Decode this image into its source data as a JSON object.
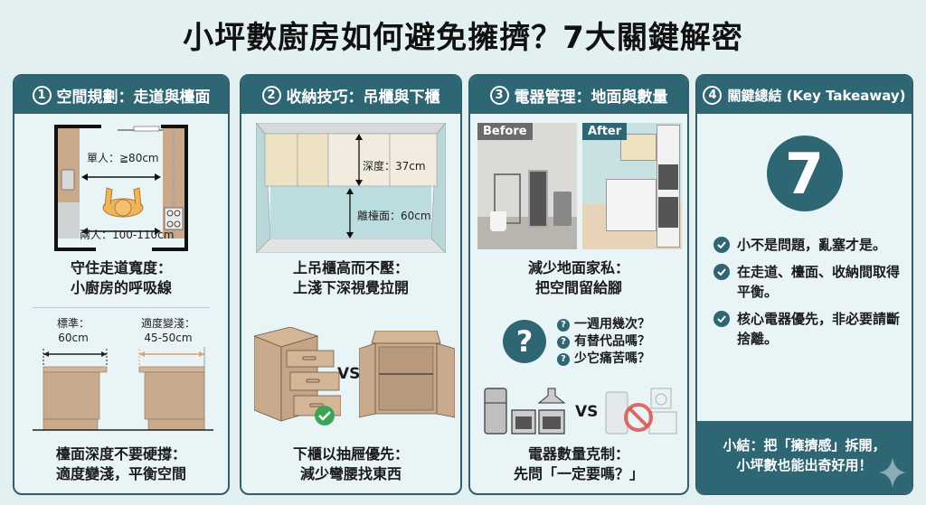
{
  "title": "小坪數廚房如何避免擁擠？7大關鍵解密",
  "colors": {
    "background": "#e2f0f1",
    "header_teal": "#2f6674",
    "cabinet_wood": "#d0b090",
    "check_green": "#3aa655",
    "prohibit_red": "#d9534f"
  },
  "panels": [
    {
      "number": "1",
      "header": "空間規劃：走道與檯面",
      "diagram1": {
        "single_label": "單人：≧80cm",
        "double_label": "兩人：100-110cm"
      },
      "caption1": [
        "守住走道寬度：",
        "小廚房的呼吸線"
      ],
      "diagram2": {
        "standard_label": [
          "標準：",
          "60cm"
        ],
        "reduced_label": [
          "適度變淺：",
          "45-50cm"
        ]
      },
      "caption2": [
        "檯面深度不要硬撐：",
        "適度變淺，平衡空間"
      ]
    },
    {
      "number": "2",
      "header": "收納技巧：吊櫃與下櫃",
      "diagram1": {
        "depth_label": "深度：37cm",
        "gap_label": "離檯面：60cm"
      },
      "caption1": [
        "上吊櫃高而不壓：",
        "上淺下深視覺拉開"
      ],
      "diagram2": {
        "vs_label": "VS"
      },
      "caption2": [
        "下櫃以抽屜優先：",
        "減少彎腰找東西"
      ]
    },
    {
      "number": "3",
      "header": "電器管理：地面與數量",
      "photos": {
        "before_label": "Before",
        "after_label": "After"
      },
      "caption1": [
        "減少地面家私：",
        "把空間留給腳"
      ],
      "questions": [
        "一週用幾次？",
        "有替代品嗎？",
        "少它痛苦嗎？"
      ],
      "question_mark": "?",
      "vs_label": "VS",
      "caption2": [
        "電器數量克制：",
        "先問「一定要嗎？」"
      ]
    },
    {
      "number": "4",
      "header": "關鍵總結 (Key Takeaway)",
      "big_number": "7",
      "takeaways": [
        "小不是問題，亂塞才是。",
        "在走道、檯面、收納間取得平衡。",
        "核心電器優先，非必要請斷捨離。"
      ],
      "summary": [
        "小結：把「擁擠感」拆開，",
        "小坪數也能出奇好用！"
      ]
    }
  ]
}
